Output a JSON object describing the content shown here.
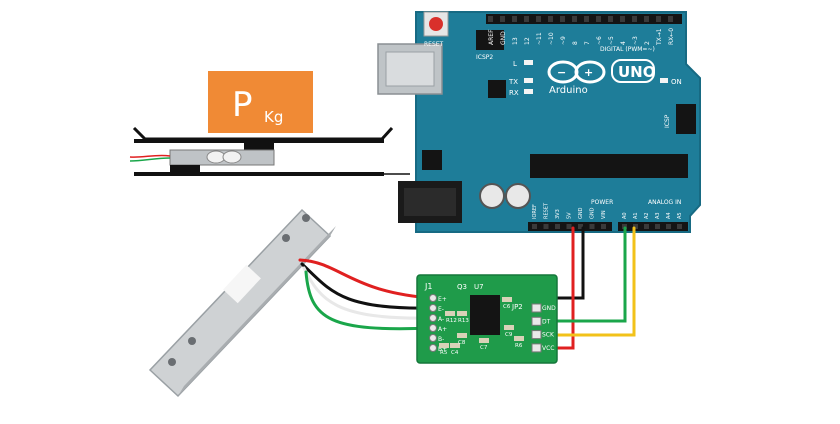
{
  "colors": {
    "arduino_board": "#1e7d99",
    "arduino_edge": "#176a83",
    "weight_box": "#f08a35",
    "hx711_board": "#1f9b4a",
    "load_cell": "#cfd2d4",
    "wire_red": "#e02020",
    "wire_black": "#111111",
    "wire_white": "#e8e8e8",
    "wire_green": "#1aa64a",
    "wire_yellow": "#f2c21a"
  },
  "weight": {
    "label": "P",
    "unit": "Kg"
  },
  "arduino": {
    "reset_label": "RESET",
    "icsp2_label": "ICSP2",
    "icsp_label": "ICSP",
    "led_l": "L",
    "led_tx": "TX",
    "led_rx": "RX",
    "on_label": "ON",
    "logo_text": "Arduino",
    "model": "UNO",
    "digital_label": "DIGITAL (PWM=~)",
    "power_label": "POWER",
    "analog_label": "ANALOG IN",
    "top_pins": [
      "AREF",
      "GND",
      "13",
      "12",
      "~11",
      "~10",
      "~9",
      "8",
      "7",
      "~6",
      "~5",
      "4",
      "~3",
      "2",
      "TX→1",
      "RX←0"
    ],
    "power_pins": [
      "IOREF",
      "RESET",
      "3V3",
      "5V",
      "GND",
      "GND",
      "VIN"
    ],
    "analog_pins": [
      "A0",
      "A1",
      "A2",
      "A3",
      "A4",
      "A5"
    ]
  },
  "hx711": {
    "j1_label": "J1",
    "jp2_label": "JP2",
    "u7_label": "U7",
    "q3_label": "Q3",
    "left_pins": [
      "E+",
      "E-",
      "A-",
      "A+",
      "B-",
      "B+"
    ],
    "right_pins": [
      "GND",
      "DT",
      "SCK",
      "VCC"
    ],
    "components": [
      "R12",
      "R13",
      "R5",
      "C4",
      "C6",
      "C7",
      "C8",
      "C9",
      "R6"
    ]
  }
}
